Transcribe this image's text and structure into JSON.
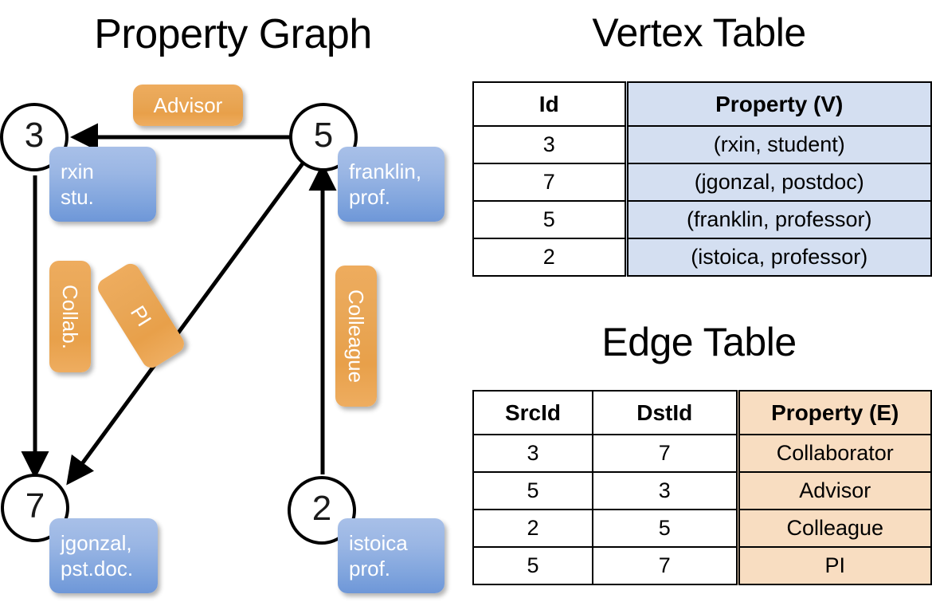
{
  "titles": {
    "property_graph": "Property Graph",
    "vertex_table": "Vertex Table",
    "edge_table": "Edge Table"
  },
  "graph": {
    "nodes": [
      {
        "id": "3",
        "property_label": "rxin\nstu.",
        "line1": "rxin",
        "line2": "stu."
      },
      {
        "id": "5",
        "property_label": "franklin, prof.",
        "line1": "franklin,",
        "line2": "prof."
      },
      {
        "id": "7",
        "property_label": "jgonzal, pst.doc.",
        "line1": "jgonzal,",
        "line2": "pst.doc."
      },
      {
        "id": "2",
        "property_label": "istoica prof.",
        "line1": "istoica",
        "line2": "prof."
      }
    ],
    "edge_labels": [
      {
        "name": "advisor",
        "text": "Advisor"
      },
      {
        "name": "collaborator",
        "text": "Collab."
      },
      {
        "name": "pi",
        "text": "PI"
      },
      {
        "name": "colleague",
        "text": "Colleague"
      }
    ],
    "colors": {
      "vertex_box": "#8fb0e2",
      "edge_box": "#e9a757",
      "node_stroke": "#000000"
    }
  },
  "vertex_table": {
    "columns": [
      "Id",
      "Property (V)"
    ],
    "rows": [
      {
        "id": "3",
        "property": "(rxin, student)"
      },
      {
        "id": "7",
        "property": "(jgonzal, postdoc)"
      },
      {
        "id": "5",
        "property": "(franklin, professor)"
      },
      {
        "id": "2",
        "property": "(istoica, professor)"
      }
    ],
    "property_cell_color": "#d4dff1"
  },
  "edge_table": {
    "columns": [
      "SrcId",
      "DstId",
      "Property (E)"
    ],
    "rows": [
      {
        "src": "3",
        "dst": "7",
        "property": "Collaborator"
      },
      {
        "src": "5",
        "dst": "3",
        "property": "Advisor"
      },
      {
        "src": "2",
        "dst": "5",
        "property": "Colleague"
      },
      {
        "src": "5",
        "dst": "7",
        "property": "PI"
      }
    ],
    "property_cell_color": "#f8ddc1"
  }
}
